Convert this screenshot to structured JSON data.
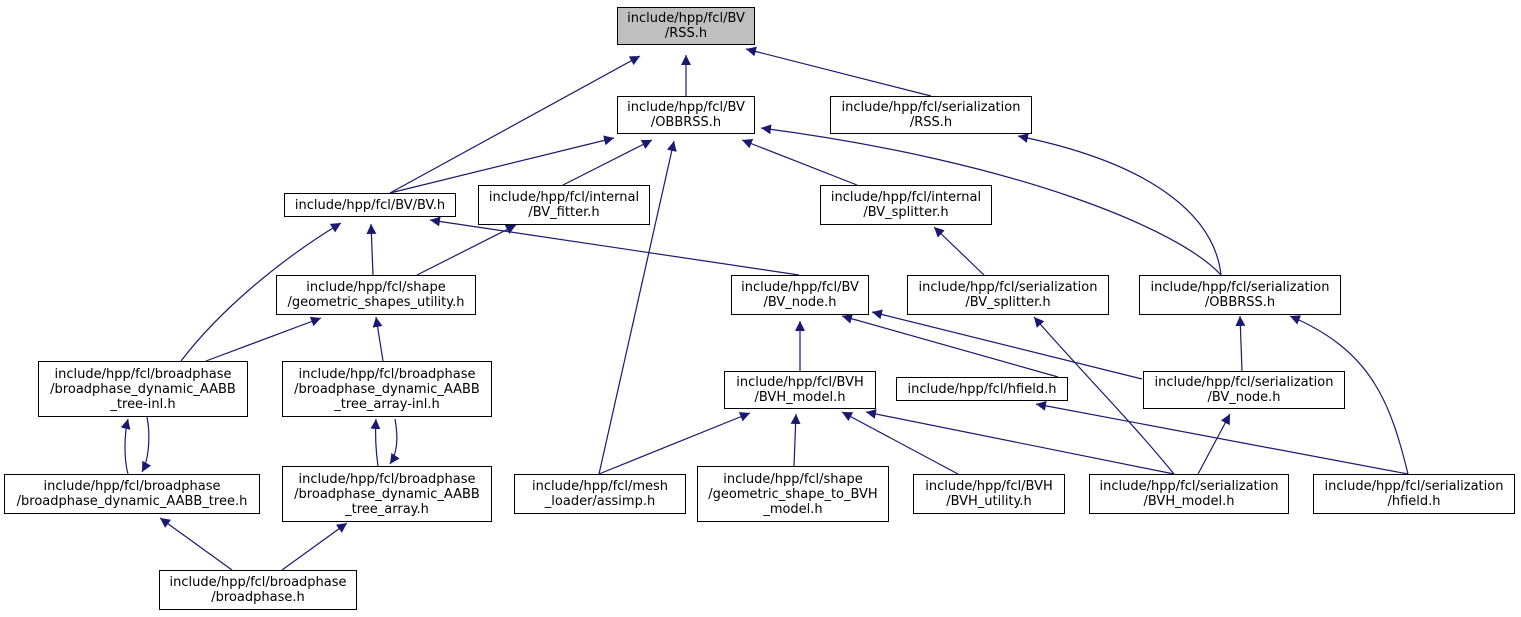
{
  "colors": {
    "edge": "#191970",
    "root_fill": "#bfbfbf",
    "node_fill": "#ffffff",
    "border": "#000000"
  },
  "nodes": {
    "rss": [
      "include/hpp/fcl/BV",
      "/RSS.h"
    ],
    "obbrss": [
      "include/hpp/fcl/BV",
      "/OBBRSS.h"
    ],
    "ser_rss": [
      "include/hpp/fcl/serialization",
      "/RSS.h"
    ],
    "bv": [
      "include/hpp/fcl/BV/BV.h"
    ],
    "bv_fitter": [
      "include/hpp/fcl/internal",
      "/BV_fitter.h"
    ],
    "bv_splitter": [
      "include/hpp/fcl/internal",
      "/BV_splitter.h"
    ],
    "geom_util": [
      "include/hpp/fcl/shape",
      "/geometric_shapes_utility.h"
    ],
    "bv_node": [
      "include/hpp/fcl/BV",
      "/BV_node.h"
    ],
    "ser_bv_splitter": [
      "include/hpp/fcl/serialization",
      "/BV_splitter.h"
    ],
    "ser_obbrss": [
      "include/hpp/fcl/serialization",
      "/OBBRSS.h"
    ],
    "bp_tree_inl": [
      "include/hpp/fcl/broadphase",
      "/broadphase_dynamic_AABB",
      "_tree-inl.h"
    ],
    "bp_array_inl": [
      "include/hpp/fcl/broadphase",
      "/broadphase_dynamic_AABB",
      "_tree_array-inl.h"
    ],
    "bvh_model": [
      "include/hpp/fcl/BVH",
      "/BVH_model.h"
    ],
    "hfield": [
      "include/hpp/fcl/hfield.h"
    ],
    "ser_bv_node": [
      "include/hpp/fcl/serialization",
      "/BV_node.h"
    ],
    "bp_tree": [
      "include/hpp/fcl/broadphase",
      "/broadphase_dynamic_AABB_tree.h"
    ],
    "bp_array": [
      "include/hpp/fcl/broadphase",
      "/broadphase_dynamic_AABB",
      "_tree_array.h"
    ],
    "assimp": [
      "include/hpp/fcl/mesh",
      "_loader/assimp.h"
    ],
    "geom_to_bvh": [
      "include/hpp/fcl/shape",
      "/geometric_shape_to_BVH",
      "_model.h"
    ],
    "bvh_utility": [
      "include/hpp/fcl/BVH",
      "/BVH_utility.h"
    ],
    "ser_bvh_model": [
      "include/hpp/fcl/serialization",
      "/BVH_model.h"
    ],
    "ser_hfield": [
      "include/hpp/fcl/serialization",
      "/hfield.h"
    ],
    "broadphase": [
      "include/hpp/fcl/broadphase",
      "/broadphase.h"
    ]
  }
}
